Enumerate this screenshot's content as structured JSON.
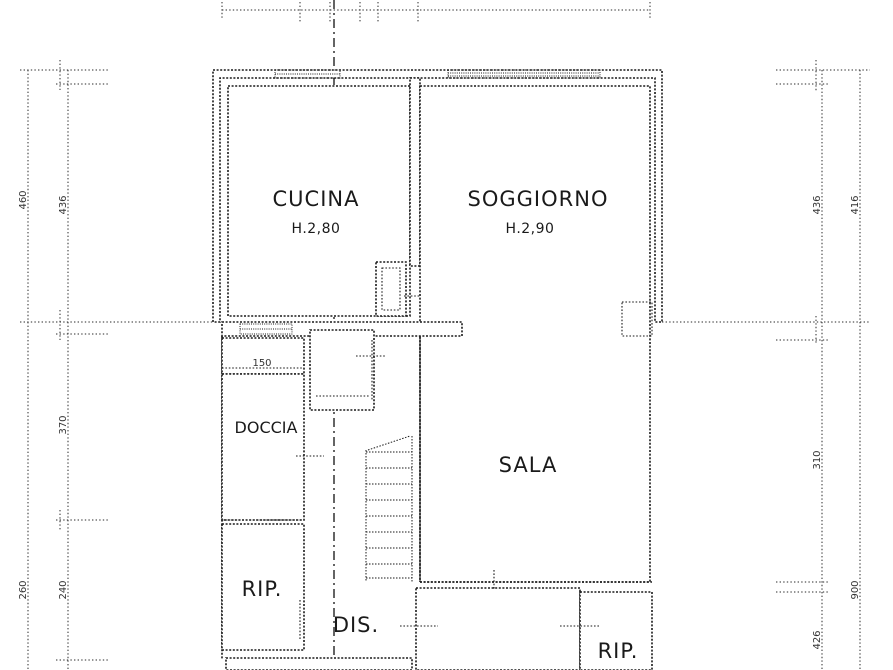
{
  "rooms": {
    "cucina": {
      "name": "CUCINA",
      "height": "H.2,80"
    },
    "soggiorno": {
      "name": "SOGGIORNO",
      "height": "H.2,90"
    },
    "sala": {
      "name": "SALA"
    },
    "doccia": {
      "name": "DOCCIA"
    },
    "rip_left": {
      "name": "RIP."
    },
    "dis": {
      "name": "DIS."
    },
    "rip_right": {
      "name": "RIP."
    }
  },
  "dimensions": {
    "doccia_width": "150",
    "left_outer_1": "460",
    "left_inner_1": "436",
    "left_inner_2": "370",
    "left_outer_2": "260",
    "left_inner_3": "240",
    "right_inner_1": "436",
    "right_outer_1": "416",
    "right_inner_2": "310",
    "right_outer_2": "900",
    "right_inner_3": "426"
  }
}
